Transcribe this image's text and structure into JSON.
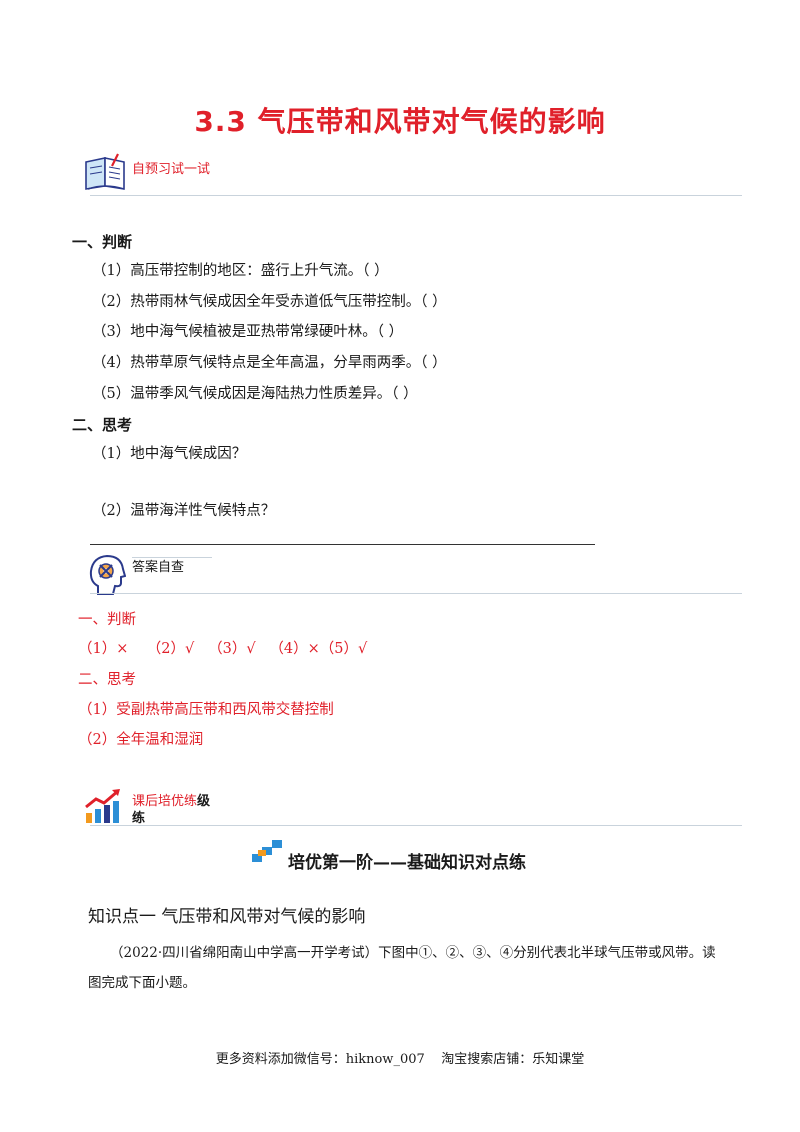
{
  "title": "3.3  气压带和风带对气候的影响",
  "preview_section": {
    "label": "自预习试一试"
  },
  "judge": {
    "heading": "一、判断",
    "items": [
      "（1）高压带控制的地区：盛行上升气流。（    ）",
      "（2）热带雨林气候成因全年受赤道低气压带控制。（    ）",
      "（3）地中海气候植被是亚热带常绿硬叶林。（    ）",
      "（4）热带草原气候特点是全年高温，分旱雨两季。（    ）",
      "（5）温带季风气候成因是海陆热力性质差异。（    ）"
    ]
  },
  "think": {
    "heading": "二、思考",
    "items": [
      "（1）地中海气候成因？",
      "（2）温带海洋性气候特点？"
    ]
  },
  "answer_section": {
    "label": "答案自查",
    "judge_heading": "一、判断",
    "judge_answers": "（1）×    （2）√   （3）√   （4）×（5）√",
    "think_heading": "二、思考",
    "think_answers": [
      "（1）受副热带高压带和西风带交替控制",
      "（2）全年温和湿润"
    ]
  },
  "practice_section": {
    "label_part1": "课后培优练",
    "label_part2": "级",
    "label_part3": "练"
  },
  "tier_heading": "培优第一阶——基础知识对点练",
  "knowledge_point": "知识点一  气压带和风带对气候的影响",
  "question_intro_line1": "（2022·四川省绵阳南山中学高一开学考试）下图中①、②、③、④分别代表北半球气压带或风带。读",
  "question_intro_line2": "图完成下面小题。",
  "footer": "更多资料添加微信号：hiknow_007    淘宝搜索店铺：乐知课堂",
  "colors": {
    "accent_red": "#e0202a",
    "icon_blue": "#2c8fd6",
    "icon_orange": "#f39a1e"
  }
}
